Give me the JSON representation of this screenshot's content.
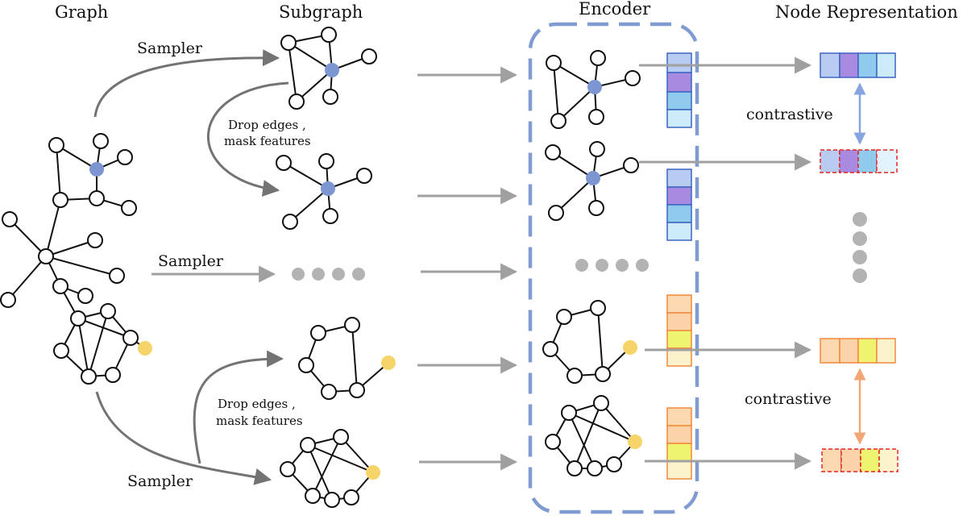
{
  "titles": {
    "graph": "Graph",
    "subgraph": "Subgraph",
    "encoder": "Encoder",
    "node_representation": "Node Representation"
  },
  "labels": {
    "sampler_top": "Sampler",
    "sampler_mid": "Sampler",
    "sampler_bottom": "Sampler",
    "drop_top_line1": "Drop edges ,",
    "drop_top_line2": "mask features",
    "drop_bottom_line1": "Drop edges ,",
    "drop_bottom_line2": "mask features",
    "contrastive_top": "contrastive",
    "contrastive_bottom": "contrastive"
  },
  "colors": {
    "center_node_blue": "#7b96d1",
    "center_node_yellow": "#f7d46a",
    "flow_arrow": "#a0a0a0",
    "sampler_arrow": "#737373",
    "encoder_border": "#7f9bd1",
    "blue_feature_cells": [
      "#b8ccf2",
      "#a88be0",
      "#8ecbec",
      "#cdebf8"
    ],
    "blue_feature_border": "#3a66c2",
    "orange_feature_cells": [
      "#fcd8b0",
      "#fcd3a8",
      "#eef370",
      "#fcf2cc"
    ],
    "orange_feature_border": "#f08a3c",
    "masked_border": "#e32424",
    "contrastive_blue": "#86a5e0",
    "contrastive_orange": "#f3a675",
    "ellipsis_dot": "#b3b3b3"
  }
}
